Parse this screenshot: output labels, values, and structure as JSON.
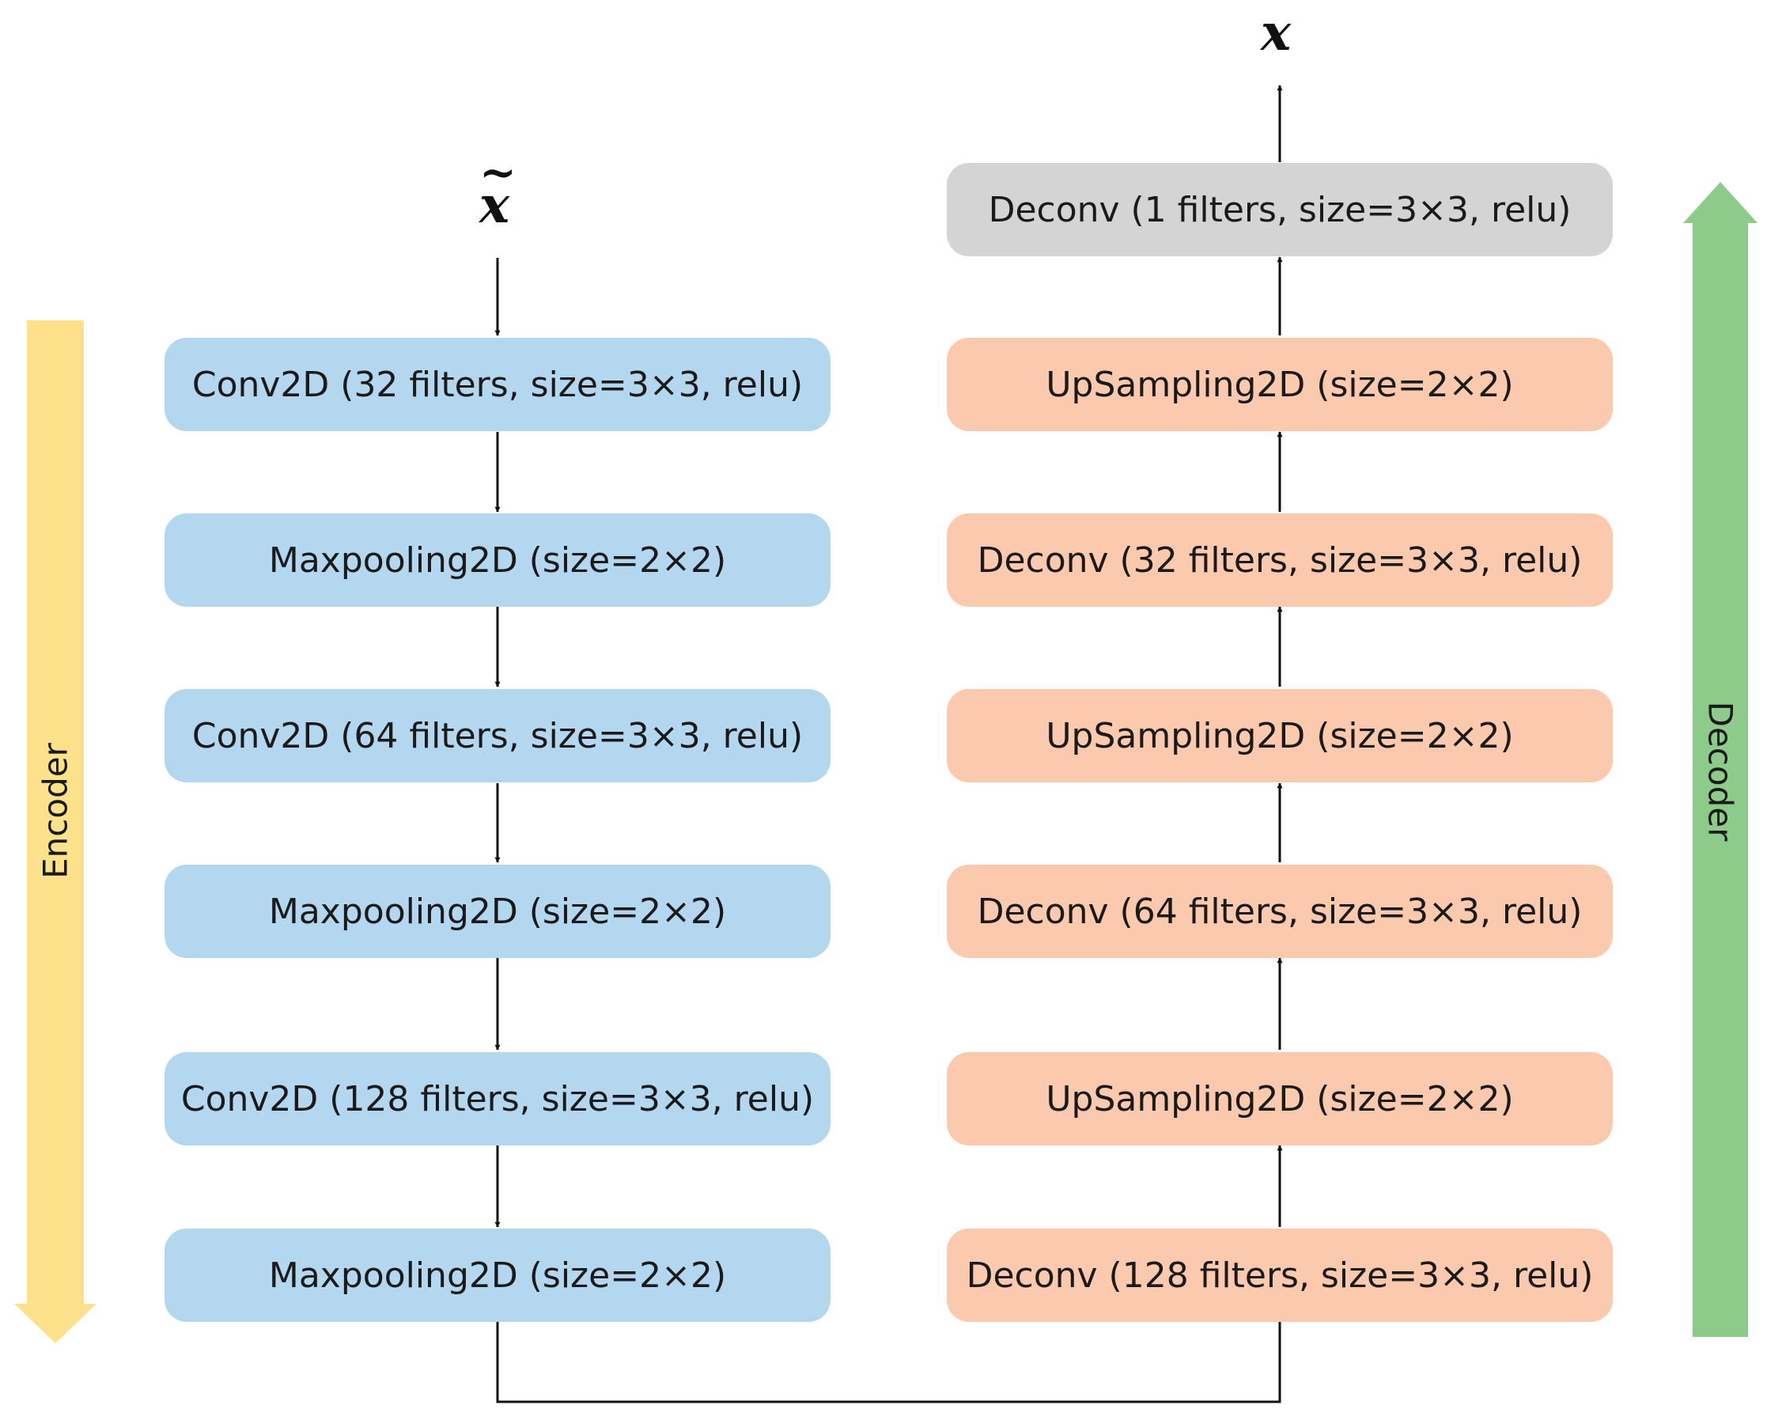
{
  "input_symbol": "x",
  "input_tilde": "~",
  "output_symbol": "x",
  "encoder": {
    "label": "Encoder",
    "color": "#fde28b",
    "layers": [
      "Conv2D (32 filters, size=3×3, relu)",
      "Maxpooling2D (size=2×2)",
      "Conv2D (64 filters, size=3×3, relu)",
      "Maxpooling2D (size=2×2)",
      "Conv2D (128 filters, size=3×3, relu)",
      "Maxpooling2D (size=2×2)"
    ]
  },
  "decoder": {
    "label": "Decoder",
    "color": "#8dcb8a",
    "layers": [
      "Deconv (1 filters, size=3×3, relu)",
      "UpSampling2D (size=2×2)",
      "Deconv (32 filters, size=3×3, relu)",
      "UpSampling2D (size=2×2)",
      "Deconv (64 filters, size=3×3, relu)",
      "UpSampling2D (size=2×2)",
      "Deconv (128 filters, size=3×3, relu)"
    ]
  },
  "colors": {
    "encoder_box": "#b3d7ef",
    "decoder_box": "#fbc9ae",
    "decoder_output_box": "#d4d4d4"
  }
}
